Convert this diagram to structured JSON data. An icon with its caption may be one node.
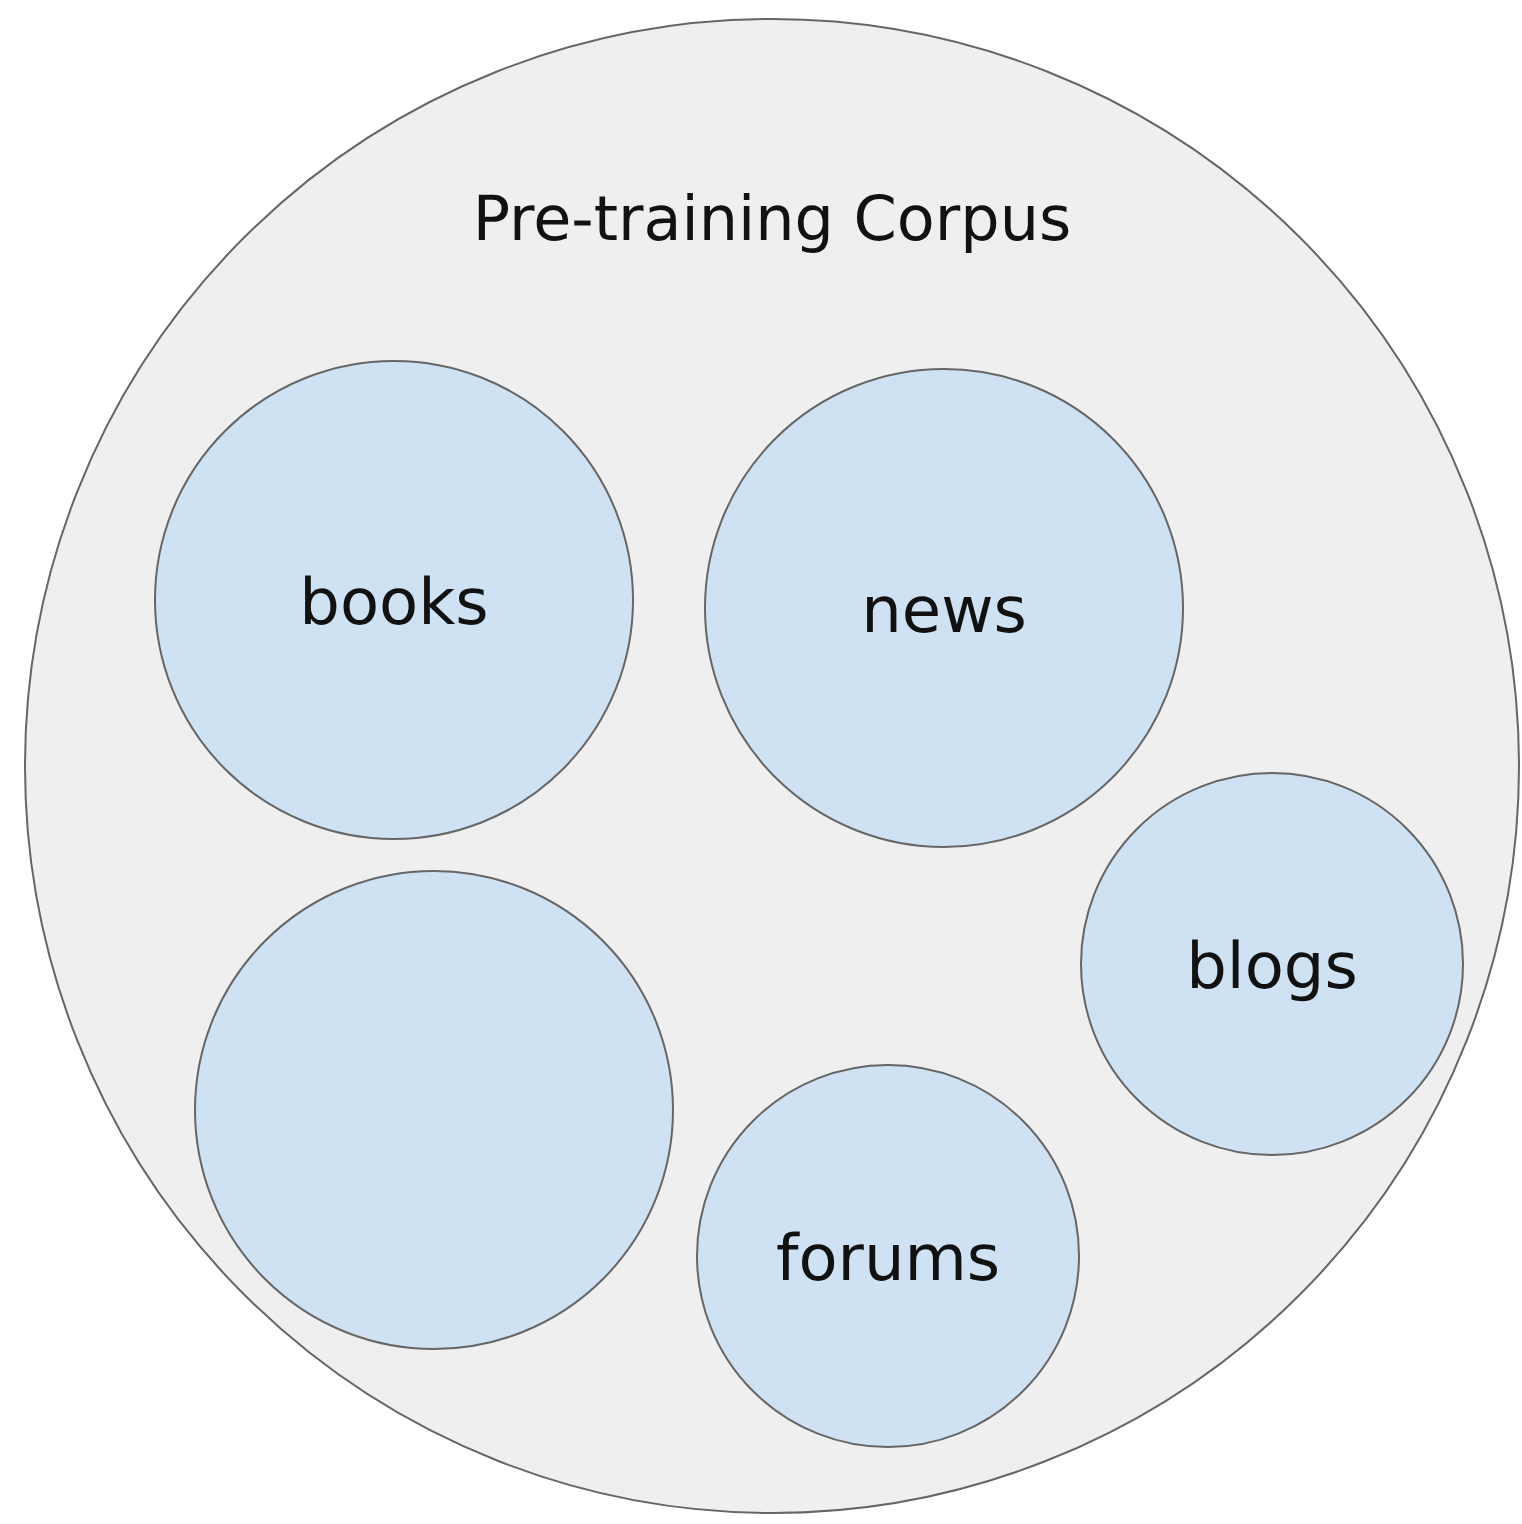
{
  "diagram": {
    "nodes": [
      {
        "text": [
          "Pre-training Corpus"
        ]
      },
      {
        "text": [
          "books"
        ],
        "in": 0
      },
      {
        "text": [
          "news"
        ],
        "in": 0
      },
      {
        "text": [
          "blogs"
        ],
        "in": 0
      },
      {
        "text": [],
        "shape": "circle",
        "in": 0
      },
      {
        "text": [
          "forums"
        ],
        "in": 0
      }
    ]
  }
}
